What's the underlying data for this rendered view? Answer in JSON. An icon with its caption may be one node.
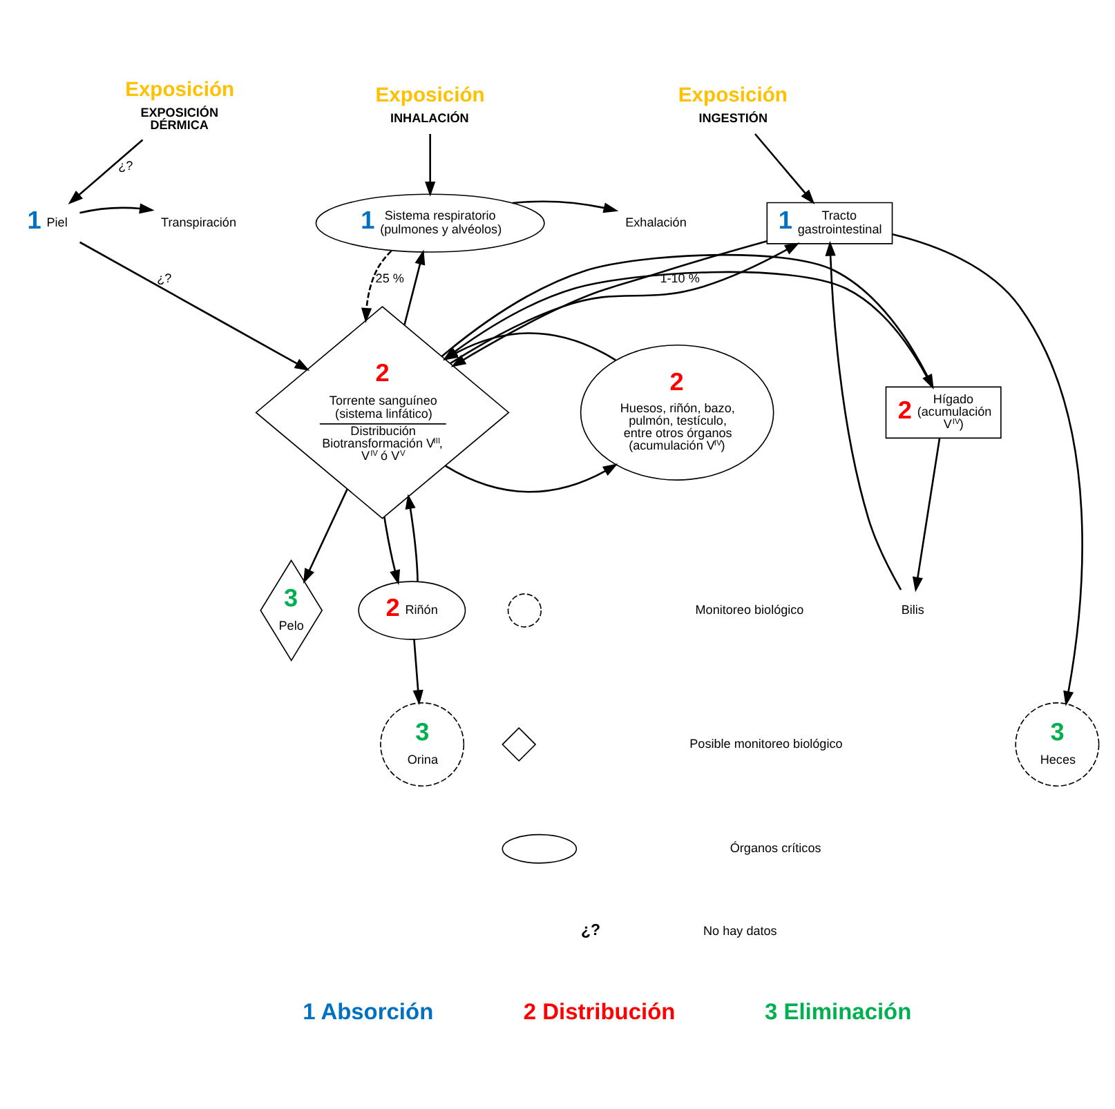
{
  "diagram": {
    "nodes": [
      {
        "text": [
          "Exposición",
          "EXPOSICIÓN DÉRMICA"
        ]
      },
      {
        "text": [
          "Exposición",
          "INHALACIÓN"
        ]
      },
      {
        "text": [
          "Exposición",
          "INGESTIÓN"
        ]
      },
      {
        "text": [
          "1",
          "Piel"
        ]
      },
      {
        "text": [
          "Transpiración"
        ]
      },
      {
        "text": [
          "1",
          "Sistema respiratorio (pulmones y alvéolos)"
        ]
      },
      {
        "text": [
          "Exhalación"
        ]
      },
      {
        "text": [
          "1",
          "Tracto gastrointestinal"
        ]
      },
      {
        "text": [
          "Bilis"
        ]
      },
      {
        "text": [
          "2",
          "Torrente sanguíneo (sistema linfático)",
          "Distribución Biotransformación V$^{III}$, V$^{IV}$ ó V$^{V}$"
        ]
      },
      {
        "text": [
          "2",
          "Huesos, riñón, bazo, pulmón, testículo, entre otros órganos (acumulación V$^{IV}$)"
        ]
      },
      {
        "text": [
          "2",
          "Hígado (acumulación V$^{IV}$)"
        ]
      },
      {
        "text": [
          "3",
          "Pelo"
        ]
      },
      {
        "text": [
          "2",
          "Riñón"
        ]
      },
      {
        "text": [
          "3",
          "Orina"
        ]
      },
      {
        "text": [
          "3",
          "Heces"
        ]
      },
      {
        "text": [],
        "shape": "circle"
      },
      {
        "text": [],
        "shape": "diamond"
      },
      {
        "text": [],
        "shape": "ellipse"
      }
    ],
    "edges": [
      {
        "from": 0,
        "to": 3,
        "arrow": "to",
        "label": "¿?"
      },
      {
        "from": 3,
        "to": 4,
        "arrow": "to"
      },
      {
        "from": 3,
        "to": 9,
        "arrow": "to",
        "label": "¿?"
      },
      {
        "from": 1,
        "to": 5,
        "arrow": "to"
      },
      {
        "from": 5,
        "to": 6,
        "arrow": "to"
      },
      {
        "from": 5,
        "to": 9,
        "arrow": "to",
        "style": "dashed",
        "label": "25 %"
      },
      {
        "from": 9,
        "to": 5,
        "arrow": "to"
      },
      {
        "from": 2,
        "to": 7,
        "arrow": "to"
      },
      {
        "from": 7,
        "to": 9,
        "arrow": "to",
        "label": "1-10 %"
      },
      {
        "from": 9,
        "to": 7,
        "arrow": "to"
      },
      {
        "from": 11,
        "to": 8,
        "arrow": "to"
      },
      {
        "from": 8,
        "to": 7,
        "arrow": "to"
      },
      {
        "from": 9,
        "to": 10,
        "arrow": "to"
      },
      {
        "from": 10,
        "to": 9,
        "arrow": "to"
      },
      {
        "from": 11,
        "to": 9,
        "arrow": "to"
      },
      {
        "from": 9,
        "to": 11,
        "arrow": "to"
      },
      {
        "from": 9,
        "to": 12,
        "arrow": "to"
      },
      {
        "from": 9,
        "to": 13,
        "arrow": "to"
      },
      {
        "from": 13,
        "to": 9,
        "arrow": "to"
      },
      {
        "from": 13,
        "to": 14,
        "arrow": "to"
      },
      {
        "from": 7,
        "to": 15,
        "arrow": "to"
      }
    ],
    "labels": [
      "¿?",
      "1 Absorción",
      "2 Distribución",
      "3 Eliminación"
    ],
    "legend": [
      {
        "text": "Monitoreo biológico"
      },
      {
        "text": "Posible monitoreo biológico"
      },
      {
        "text": "Órganos críticos"
      },
      {
        "text": "No hay datos"
      }
    ]
  }
}
